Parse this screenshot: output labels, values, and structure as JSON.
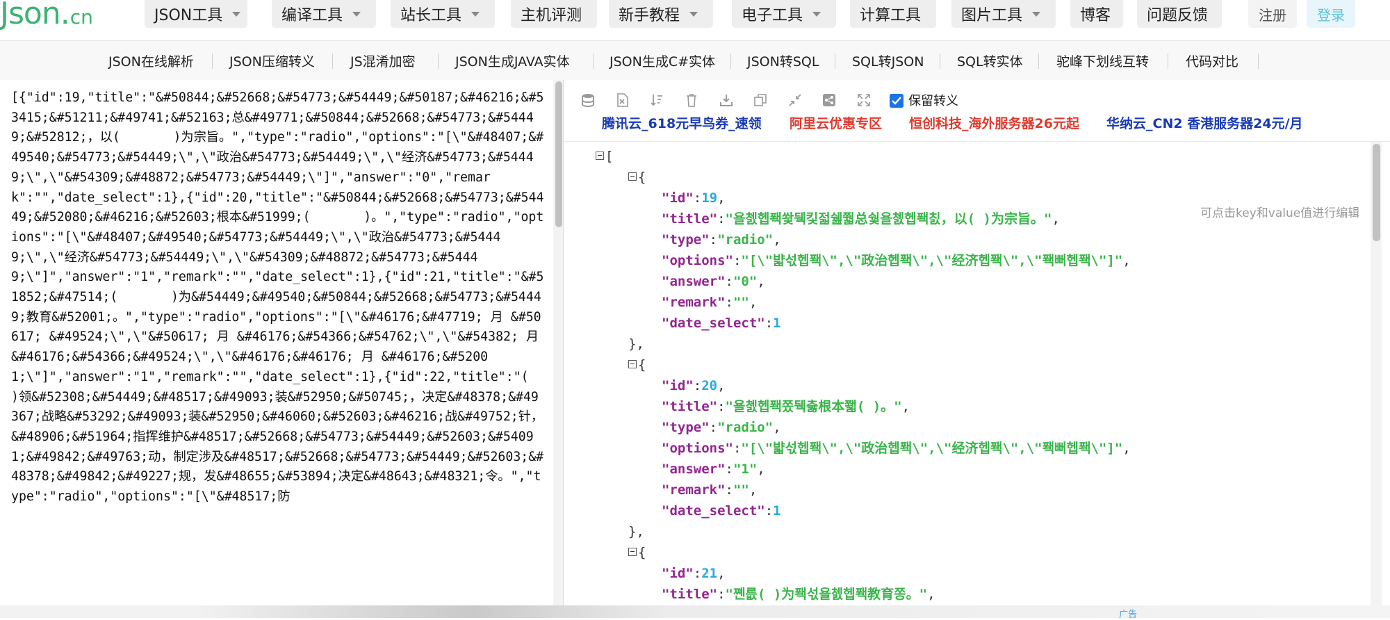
{
  "logo": {
    "main": "Json",
    "dot": ".",
    "suffix": "cn"
  },
  "topnav": {
    "items": [
      {
        "label": "JSON工具",
        "dropdown": true
      },
      {
        "label": "编译工具",
        "dropdown": true
      },
      {
        "label": "站长工具",
        "dropdown": true
      },
      {
        "label": "主机评测",
        "dropdown": false
      },
      {
        "label": "新手教程",
        "dropdown": true
      },
      {
        "label": "电子工具",
        "dropdown": true
      },
      {
        "label": "计算工具",
        "dropdown": false
      },
      {
        "label": "图片工具",
        "dropdown": true
      },
      {
        "label": "博客",
        "dropdown": false
      },
      {
        "label": "问题反馈",
        "dropdown": false
      }
    ],
    "register": "注册",
    "login": "登录"
  },
  "subnav": {
    "items": [
      "JSON在线解析",
      "JSON压缩转义",
      "JS混淆加密",
      "JSON生成JAVA实体",
      "JSON生成C#实体",
      "JSON转SQL",
      "SQL转JSON",
      "SQL转实体",
      "驼峰下划线互转",
      "代码对比"
    ]
  },
  "raw_text": "[{\"id\":19,\"title\":\"&#50844;&#52668;&#54773;&#54449;&#50187;&#46216;&#53415;&#51211;&#49741;&#52163;总&#49771;&#50844;&#52668;&#54773;&#54449;&#52812;，以(       )为宗旨。\",\"type\":\"radio\",\"options\":\"[\\\"&#48407;&#49540;&#54773;&#54449;\\\",\\\"政治&#54773;&#54449;\\\",\\\"经济&#54773;&#54449;\\\",\\\"&#54309;&#48872;&#54773;&#54449;\\\"]\",\"answer\":\"0\",\"remark\":\"\",\"date_select\":1},{\"id\":20,\"title\":\"&#50844;&#52668;&#54773;&#54449;&#52080;&#46216;&#52603;根本&#51999;(       )。\",\"type\":\"radio\",\"options\":\"[\\\"&#48407;&#49540;&#54773;&#54449;\\\",\\\"政治&#54773;&#54449;\\\",\\\"经济&#54773;&#54449;\\\",\\\"&#54309;&#48872;&#54773;&#54449;\\\"]\",\"answer\":\"1\",\"remark\":\"\",\"date_select\":1},{\"id\":21,\"title\":\"&#51852;&#47514;(       )为&#54449;&#49540;&#50844;&#52668;&#54773;&#54449;教育&#52001;。\",\"type\":\"radio\",\"options\":\"[\\\"&#46176;&#47719; 月 &#50617; &#49524;\\\",\\\"&#50617; 月 &#46176;&#54366;&#54762;\\\",\\\"&#54382; 月 &#46176;&#54366;&#49524;\\\",\\\"&#46176;&#46176; 月 &#46176;&#52001;\\\"]\",\"answer\":\"1\",\"remark\":\"\",\"date_select\":1},{\"id\":22,\"title\":\"(       )领&#52308;&#54449;&#48517;&#49093;装&#52950;&#50745;，决定&#48378;&#49367;战略&#53292;&#49093;装&#52950;&#46060;&#52603;&#46216;战&#49752;针，&#48906;&#51964;指挥维护&#48517;&#52668;&#54773;&#54449;&#52603;&#54091;&#49842;&#49763;动，制定涉及&#48517;&#52668;&#54773;&#54449;&#52603;&#48378;&#49842;&#49227;规，发&#48655;&#53894;决定&#48643;&#48321;令。\",\"type\":\"radio\",\"options\":\"[\\\"&#48517;防",
  "toolbar": {
    "icons": [
      "database-icon",
      "excel-icon",
      "sort-icon",
      "trash-icon",
      "download-icon",
      "copy-icon",
      "compress-icon",
      "share-icon",
      "fullscreen-icon"
    ],
    "keep_escape_label": "保留转义",
    "keep_escape_checked": true,
    "ads": [
      {
        "text": "腾讯云_618元早鸟券_速领",
        "color": "#1a3bb5"
      },
      {
        "text": "阿里云优惠专区",
        "color": "#e03a2e"
      },
      {
        "text": "恒创科技_海外服务器26元起",
        "color": "#e03a2e"
      },
      {
        "text": "华纳云_CN2 香港服务器24元/月",
        "color": "#1a3bb5"
      }
    ]
  },
  "edit_hint": "可点击key和value值进行编辑",
  "tree": {
    "records": [
      {
        "id": 19,
        "title": "욜쳀헵퐥쐋뒉킻젋쉞쭯总쉋욜쳀헵퐥칤，以(       )为宗旨。",
        "type": "radio",
        "options": "[\\\"뱗섟헵퐥\\\",\\\"政治헵퐥\\\",\\\"经济헵퐥\\\",\\\"퐥뻐헵퐥\\\"]",
        "answer": "0",
        "remark": "",
        "date_select": 1
      },
      {
        "id": 20,
        "title": "욜쳀헵퐥쫐뒉춣根本쫿(       )。",
        "type": "radio",
        "options": "[\\\"뱗섟헵퐥\\\",\\\"政治헵퐥\\\",\\\"经济헵퐥\\\",\\\"퐥뻐헵퐥\\\"]",
        "answer": "1",
        "remark": "",
        "date_select": 1
      },
      {
        "id": 21,
        "title": "쪤릆(       )为퐥섟욜쳀헵퐥教育쫑。"
      }
    ]
  },
  "bottom": {
    "ad_tag": "广告"
  }
}
